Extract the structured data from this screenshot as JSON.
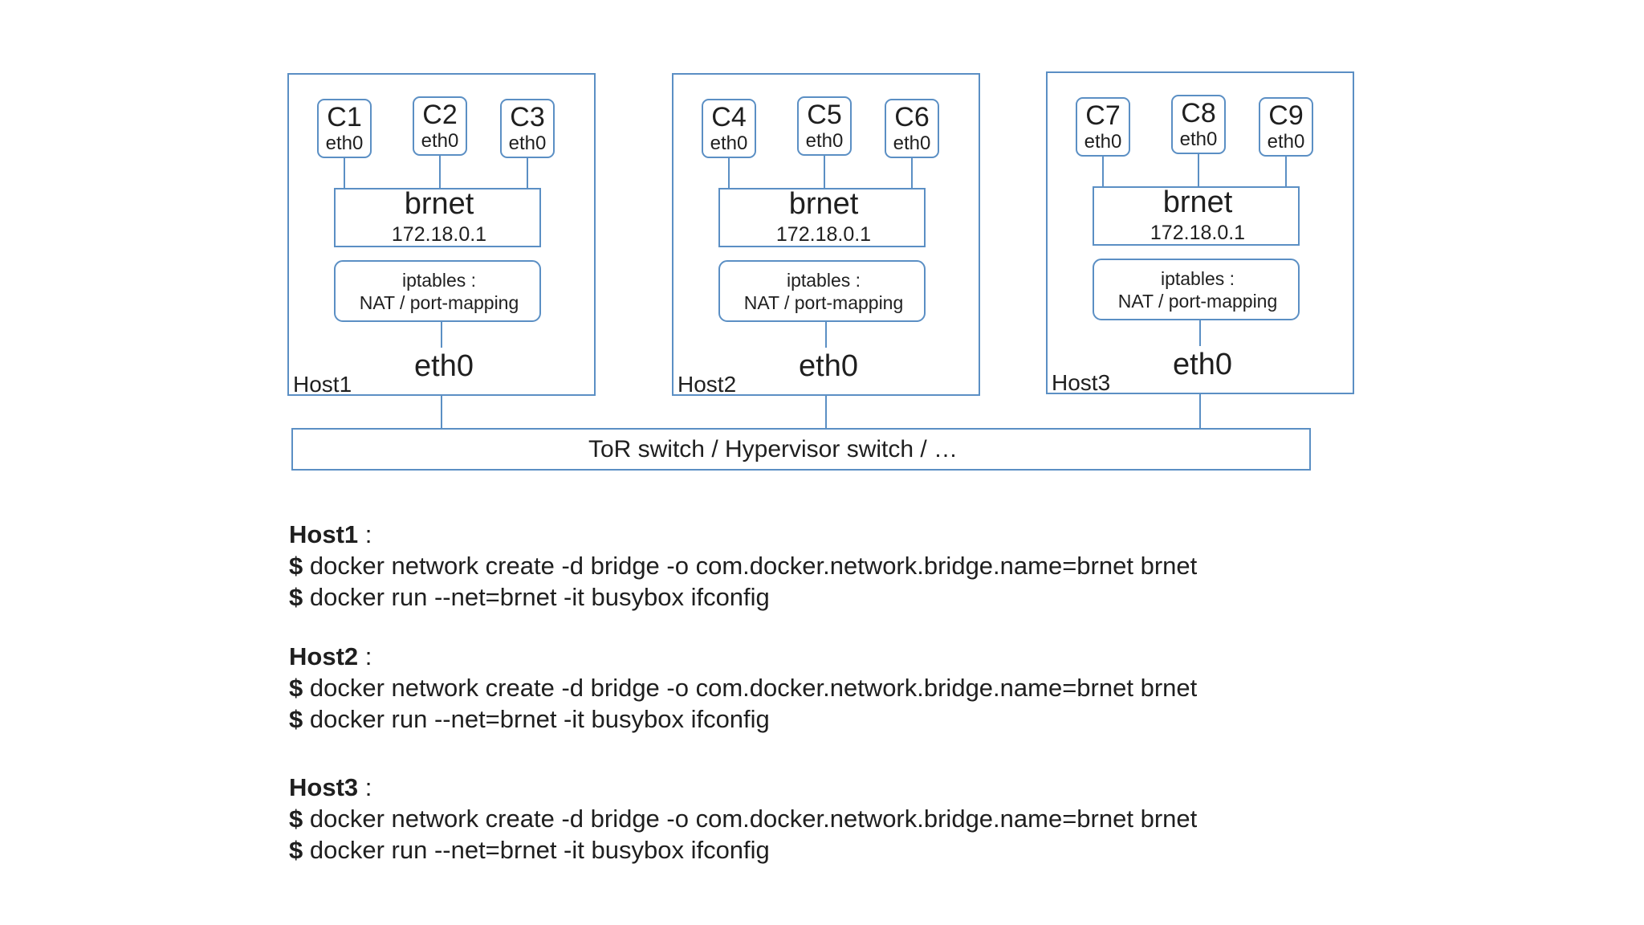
{
  "hosts": [
    {
      "label": "Host1",
      "containers": [
        {
          "name": "C1",
          "iface": "eth0"
        },
        {
          "name": "C2",
          "iface": "eth0"
        },
        {
          "name": "C3",
          "iface": "eth0"
        }
      ],
      "bridge": {
        "name": "brnet",
        "ip": "172.18.0.1"
      },
      "iptables": {
        "line1": "iptables :",
        "line2": "NAT / port-mapping"
      },
      "iface": "eth0"
    },
    {
      "label": "Host2",
      "containers": [
        {
          "name": "C4",
          "iface": "eth0"
        },
        {
          "name": "C5",
          "iface": "eth0"
        },
        {
          "name": "C6",
          "iface": "eth0"
        }
      ],
      "bridge": {
        "name": "brnet",
        "ip": "172.18.0.1"
      },
      "iptables": {
        "line1": "iptables :",
        "line2": "NAT / port-mapping"
      },
      "iface": "eth0"
    },
    {
      "label": "Host3",
      "containers": [
        {
          "name": "C7",
          "iface": "eth0"
        },
        {
          "name": "C8",
          "iface": "eth0"
        },
        {
          "name": "C9",
          "iface": "eth0"
        }
      ],
      "bridge": {
        "name": "brnet",
        "ip": "172.18.0.1"
      },
      "iptables": {
        "line1": "iptables :",
        "line2": "NAT / port-mapping"
      },
      "iface": "eth0"
    }
  ],
  "switch": {
    "label": "ToR switch / Hypervisor switch / …"
  },
  "colors": {
    "box_stroke": "#5b8fc4",
    "text": "#1f1f1f"
  },
  "commands": [
    {
      "host": "Host1",
      "sep": " :",
      "lines": [
        {
          "prompt": "$",
          "text": " docker network create -d bridge -o com.docker.network.bridge.name=brnet brnet"
        },
        {
          "prompt": "$",
          "text": " docker run --net=brnet -it busybox ifconfig"
        }
      ]
    },
    {
      "host": "Host2",
      "sep": " :",
      "lines": [
        {
          "prompt": "$",
          "text": " docker network create -d bridge -o com.docker.network.bridge.name=brnet brnet"
        },
        {
          "prompt": "$",
          "text": " docker run --net=brnet -it busybox ifconfig"
        }
      ]
    },
    {
      "host": "Host3",
      "sep": " :",
      "lines": [
        {
          "prompt": "$",
          "text": " docker network create -d bridge -o com.docker.network.bridge.name=brnet brnet"
        },
        {
          "prompt": "$",
          "text": " docker run --net=brnet -it busybox ifconfig"
        }
      ]
    }
  ]
}
